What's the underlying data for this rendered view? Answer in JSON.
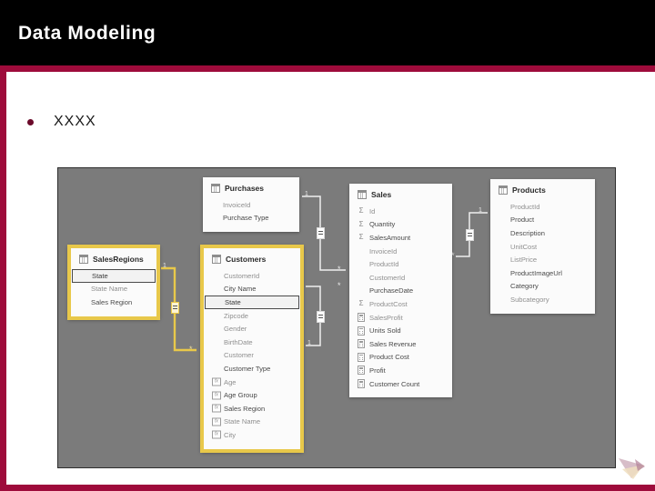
{
  "slide": {
    "title": "Data Modeling",
    "bullet": "XXXX",
    "colors": {
      "header_bg": "#000000",
      "accent": "#9e0b3b",
      "canvas_bg": "#7b7b7b",
      "highlight": "#e8c84a",
      "table_bg": "#fbfbfb",
      "bullet_dot": "#6b0a2a"
    }
  },
  "diagram": {
    "type": "data-model-relationship-diagram",
    "tables": [
      {
        "id": "salesregions",
        "name": "SalesRegions",
        "highlighted": true,
        "icon": "table-icon",
        "fields": [
          {
            "name": "State",
            "icon": "none",
            "style": "boxed"
          },
          {
            "name": "State Name",
            "icon": "none",
            "style": "normal"
          },
          {
            "name": "Sales Region",
            "icon": "none",
            "style": "dark"
          }
        ]
      },
      {
        "id": "purchases",
        "name": "Purchases",
        "highlighted": false,
        "icon": "table-icon",
        "fields": [
          {
            "name": "InvoiceId",
            "icon": "none",
            "style": "normal"
          },
          {
            "name": "Purchase Type",
            "icon": "none",
            "style": "dark"
          }
        ]
      },
      {
        "id": "customers",
        "name": "Customers",
        "highlighted": true,
        "icon": "table-icon",
        "fields": [
          {
            "name": "CustomerId",
            "icon": "none",
            "style": "normal"
          },
          {
            "name": "City Name",
            "icon": "none",
            "style": "dark"
          },
          {
            "name": "State",
            "icon": "none",
            "style": "boxed"
          },
          {
            "name": "Zipcode",
            "icon": "none",
            "style": "normal"
          },
          {
            "name": "Gender",
            "icon": "none",
            "style": "normal"
          },
          {
            "name": "BirthDate",
            "icon": "none",
            "style": "normal"
          },
          {
            "name": "Customer",
            "icon": "none",
            "style": "normal"
          },
          {
            "name": "Customer Type",
            "icon": "none",
            "style": "dark"
          },
          {
            "name": "Age",
            "icon": "calculated-column-icon",
            "style": "normal"
          },
          {
            "name": "Age Group",
            "icon": "calculated-column-icon",
            "style": "dark"
          },
          {
            "name": "Sales Region",
            "icon": "calculated-column-icon",
            "style": "dark"
          },
          {
            "name": "State Name",
            "icon": "calculated-column-icon",
            "style": "normal"
          },
          {
            "name": "City",
            "icon": "calculated-column-icon",
            "style": "normal"
          }
        ]
      },
      {
        "id": "sales",
        "name": "Sales",
        "highlighted": false,
        "icon": "table-icon",
        "fields": [
          {
            "name": "Id",
            "icon": "sigma-icon",
            "style": "normal"
          },
          {
            "name": "Quantity",
            "icon": "sigma-icon",
            "style": "dark"
          },
          {
            "name": "SalesAmount",
            "icon": "sigma-icon",
            "style": "dark"
          },
          {
            "name": "InvoiceId",
            "icon": "none",
            "style": "normal"
          },
          {
            "name": "ProductId",
            "icon": "none",
            "style": "normal"
          },
          {
            "name": "CustomerId",
            "icon": "none",
            "style": "normal"
          },
          {
            "name": "PurchaseDate",
            "icon": "none",
            "style": "dark"
          },
          {
            "name": "ProductCost",
            "icon": "sigma-icon",
            "style": "normal"
          },
          {
            "name": "SalesProfit",
            "icon": "measure-icon",
            "style": "normal"
          },
          {
            "name": "Units Sold",
            "icon": "measure-icon",
            "style": "dark"
          },
          {
            "name": "Sales Revenue",
            "icon": "measure-icon",
            "style": "dark"
          },
          {
            "name": "Product Cost",
            "icon": "measure-icon",
            "style": "dark"
          },
          {
            "name": "Profit",
            "icon": "measure-icon",
            "style": "dark"
          },
          {
            "name": "Customer Count",
            "icon": "measure-icon",
            "style": "dark"
          }
        ]
      },
      {
        "id": "products",
        "name": "Products",
        "highlighted": false,
        "icon": "table-icon",
        "fields": [
          {
            "name": "ProductId",
            "icon": "none",
            "style": "normal"
          },
          {
            "name": "Product",
            "icon": "none",
            "style": "dark"
          },
          {
            "name": "Description",
            "icon": "none",
            "style": "dark"
          },
          {
            "name": "UnitCost",
            "icon": "none",
            "style": "normal"
          },
          {
            "name": "ListPrice",
            "icon": "none",
            "style": "normal"
          },
          {
            "name": "ProductImageUrl",
            "icon": "none",
            "style": "dark"
          },
          {
            "name": "Category",
            "icon": "none",
            "style": "dark"
          },
          {
            "name": "Subcategory",
            "icon": "none",
            "style": "normal"
          }
        ]
      }
    ],
    "relationships": [
      {
        "id": "rel-salesregions-customers",
        "from": "SalesRegions.State",
        "to": "Customers.State",
        "from_cardinality": "1",
        "to_cardinality": "*",
        "highlighted": true
      },
      {
        "id": "rel-purchases-sales",
        "from": "Purchases.InvoiceId",
        "to": "Sales.InvoiceId",
        "from_cardinality": "1",
        "to_cardinality": "*",
        "highlighted": false
      },
      {
        "id": "rel-customers-sales",
        "from": "Customers.CustomerId",
        "to": "Sales.CustomerId",
        "from_cardinality": "1",
        "to_cardinality": "*",
        "highlighted": false
      },
      {
        "id": "rel-products-sales",
        "from": "Products.ProductId",
        "to": "Sales.ProductId",
        "from_cardinality": "1",
        "to_cardinality": "*",
        "highlighted": false
      }
    ],
    "cardinality_labels": {
      "one": "1",
      "many": "*"
    }
  }
}
